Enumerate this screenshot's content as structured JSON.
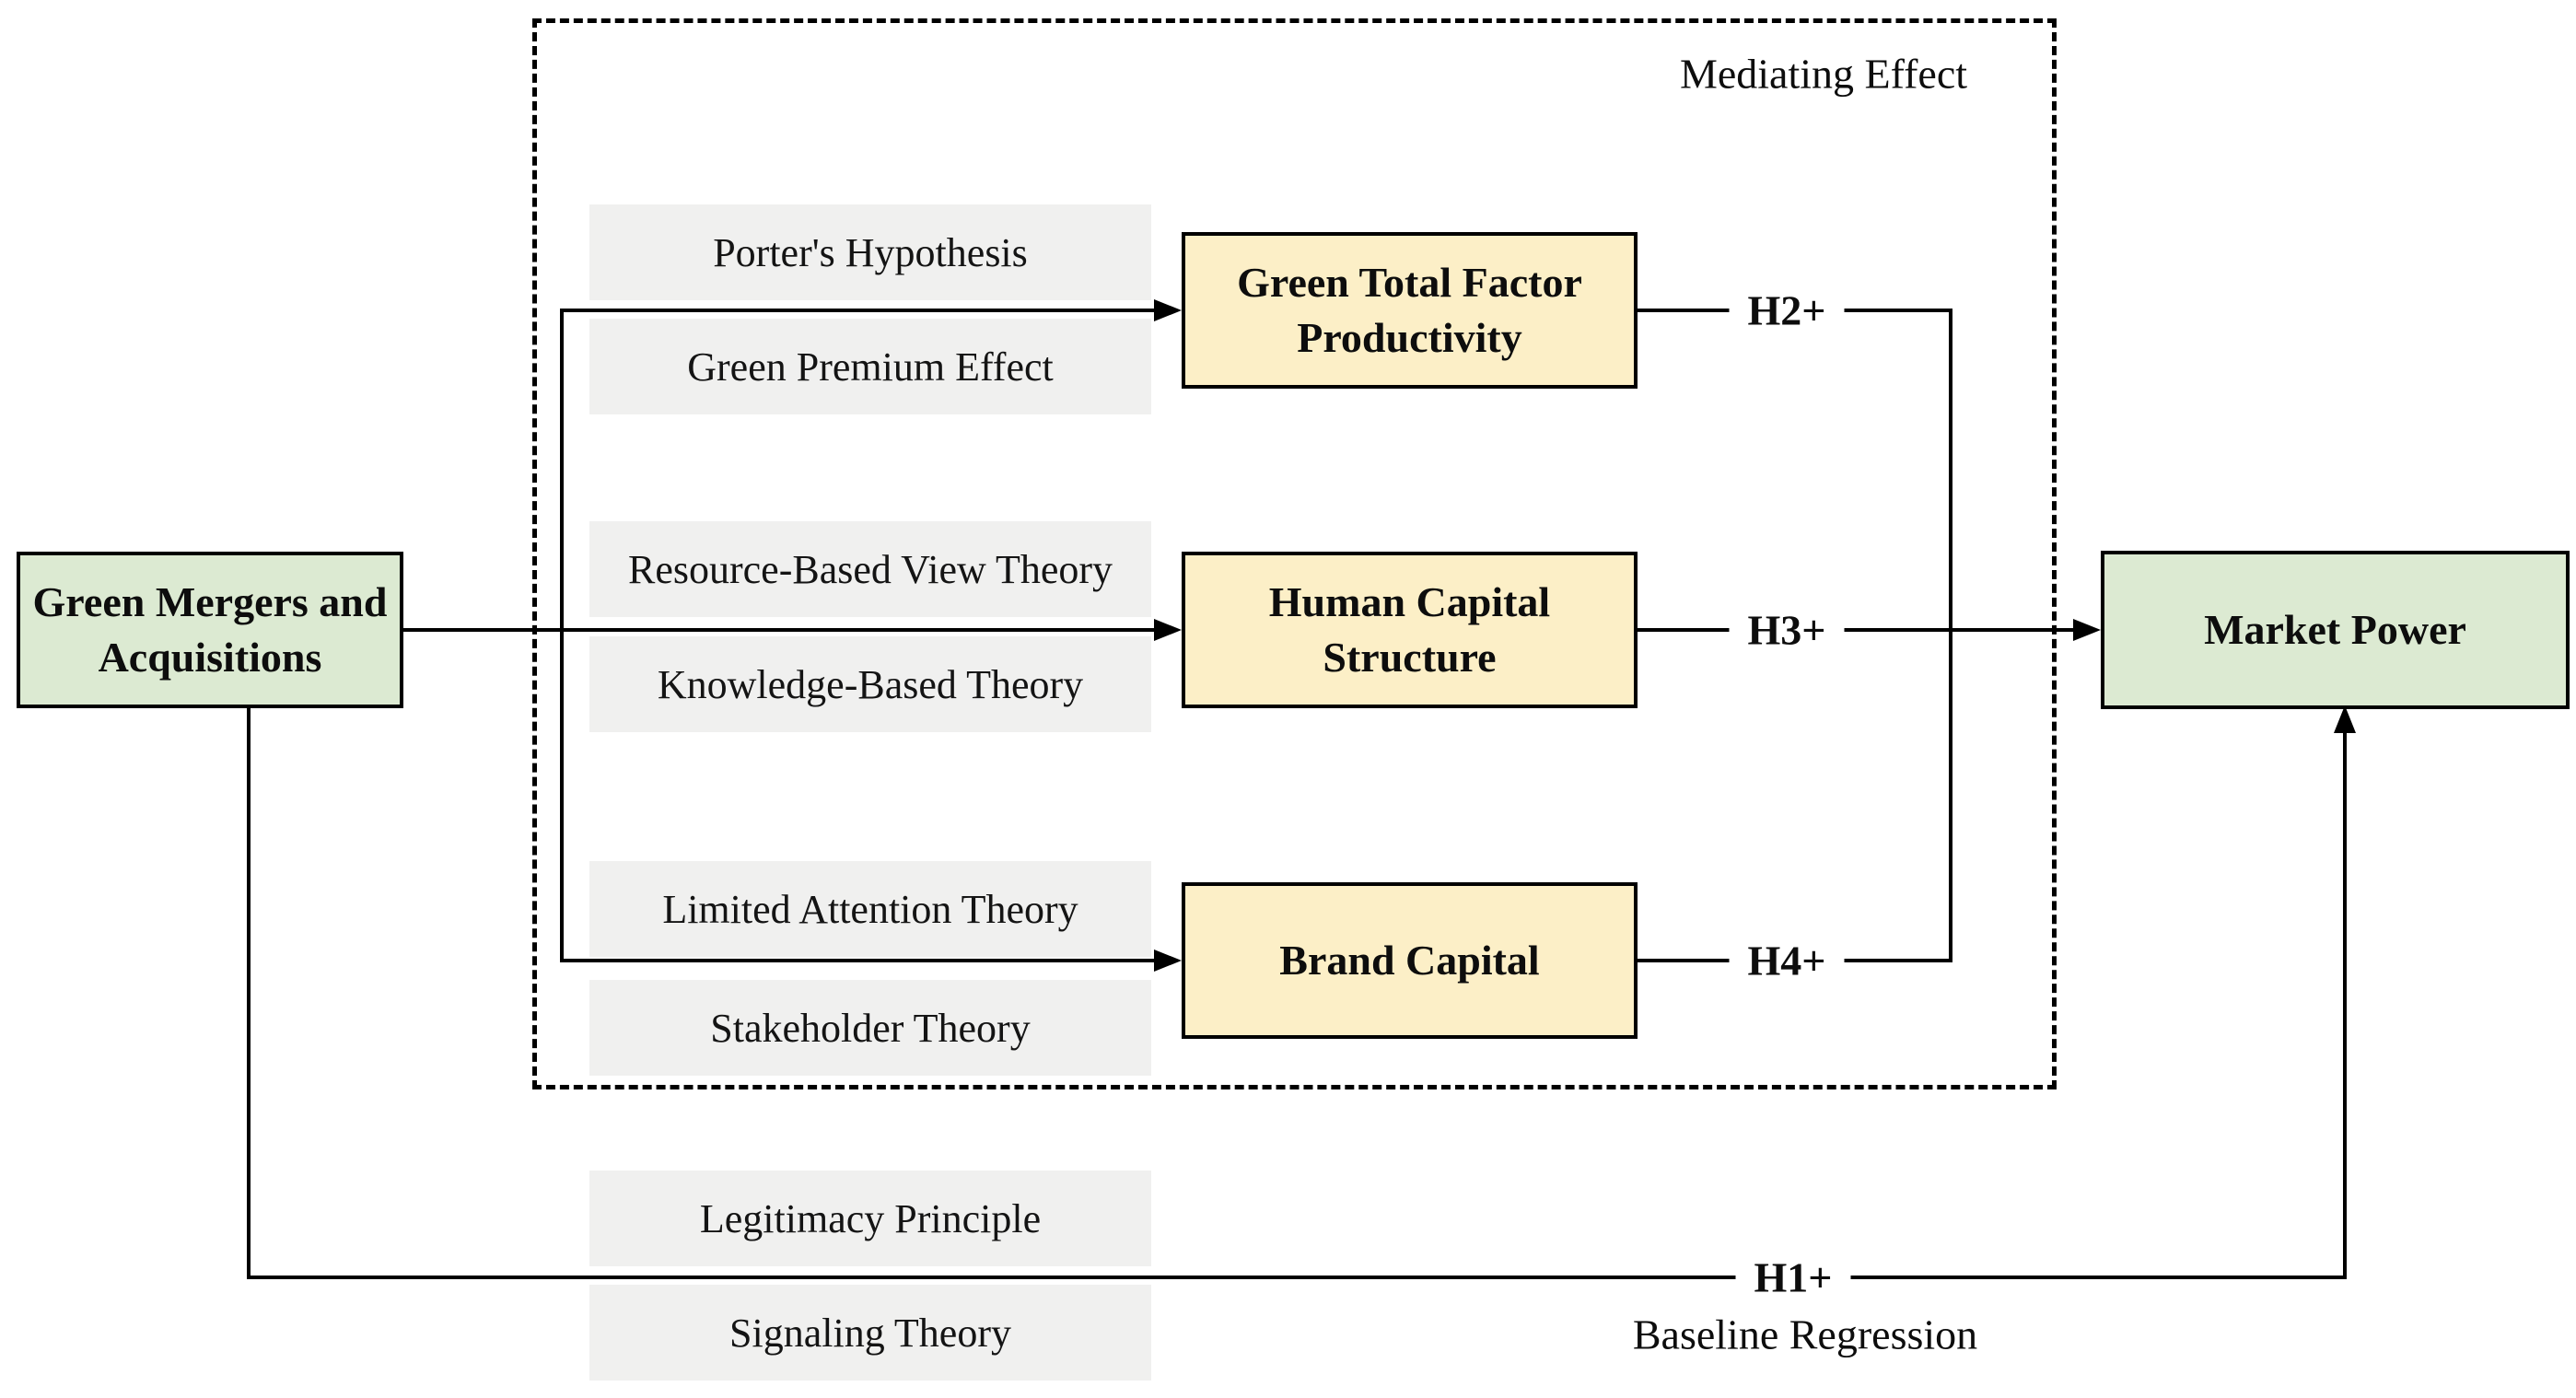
{
  "figure": {
    "type": "conceptual-framework-diagram",
    "mediating_effect_label": "Mediating Effect",
    "baseline_regression_label": "Baseline Regression"
  },
  "nodes": {
    "green_mergers": "Green Mergers and\nAcquisitions",
    "green_total_factor_productivity": "Green Total Factor\nProductivity",
    "human_capital_structure": "Human Capital\nStructure",
    "brand_capital": "Brand Capital",
    "market_power": "Market Power"
  },
  "theories": [
    {
      "id": "porters-hypothesis",
      "label": "Porter's Hypothesis"
    },
    {
      "id": "green-premium-effect",
      "label": "Green Premium Effect"
    },
    {
      "id": "resource-based-view-theory",
      "label": "Resource-Based View Theory"
    },
    {
      "id": "knowledge-based-theory",
      "label": "Knowledge-Based Theory"
    },
    {
      "id": "limited-attention-theory",
      "label": "Limited Attention Theory"
    },
    {
      "id": "stakeholder-theory",
      "label": "Stakeholder Theory"
    },
    {
      "id": "legitimacy-principle",
      "label": "Legitimacy Principle"
    },
    {
      "id": "signaling-theory",
      "label": "Signaling Theory"
    }
  ],
  "hypotheses": {
    "h1": "H1+",
    "h2": "H2+",
    "h3": "H3+",
    "h4": "H4+"
  },
  "colors": {
    "node_green": "#dcead2",
    "node_yellow": "#fcefc7",
    "theory_gray": "#f0f0ef",
    "line_black": "#000000",
    "background": "#ffffff"
  }
}
